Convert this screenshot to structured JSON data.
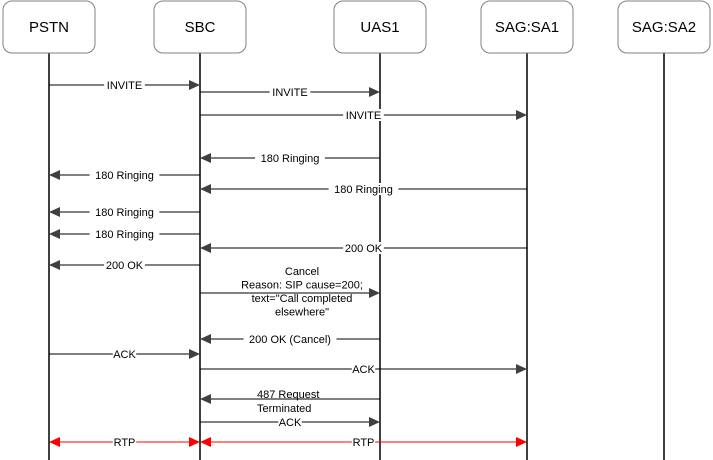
{
  "entities": [
    {
      "id": "pstn",
      "label": "PSTN"
    },
    {
      "id": "sbc",
      "label": "SBC"
    },
    {
      "id": "uas1",
      "label": "UAS1"
    },
    {
      "id": "sagsa1",
      "label": "SAG:SA1"
    },
    {
      "id": "sagsa2",
      "label": "SAG:SA2"
    }
  ],
  "messages": [
    {
      "from": "pstn",
      "to": "sbc",
      "lines": [
        "INVITE"
      ]
    },
    {
      "from": "sbc",
      "to": "uas1",
      "lines": [
        "INVITE"
      ]
    },
    {
      "from": "sbc",
      "to": "sagsa1",
      "lines": [
        "INVITE"
      ]
    },
    {
      "from": "uas1",
      "to": "sbc",
      "lines": [
        "180 Ringing"
      ]
    },
    {
      "from": "sbc",
      "to": "pstn",
      "lines": [
        "180 Ringing"
      ]
    },
    {
      "from": "sagsa1",
      "to": "sbc",
      "lines": [
        "180 Ringing"
      ]
    },
    {
      "from": "sbc",
      "to": "pstn",
      "lines": [
        "180 Ringing"
      ]
    },
    {
      "from": "sbc",
      "to": "pstn",
      "lines": [
        "180 Ringing"
      ]
    },
    {
      "from": "sagsa1",
      "to": "sbc",
      "lines": [
        "200 OK"
      ]
    },
    {
      "from": "sbc",
      "to": "pstn",
      "lines": [
        "200 OK"
      ]
    },
    {
      "from": "sbc",
      "to": "uas1",
      "lines": [
        "Cancel",
        "Reason: SIP cause=200;",
        "text=\"Call completed",
        "elsewhere\""
      ]
    },
    {
      "from": "uas1",
      "to": "sbc",
      "lines": [
        "200 OK (Cancel)"
      ]
    },
    {
      "from": "pstn",
      "to": "sbc",
      "lines": [
        "ACK"
      ]
    },
    {
      "from": "sbc",
      "to": "sagsa1",
      "lines": [
        "ACK"
      ]
    },
    {
      "from": "uas1",
      "to": "sbc",
      "lines": [
        "487 Request",
        "Terminated"
      ]
    },
    {
      "from": "sbc",
      "to": "uas1",
      "lines": [
        "ACK"
      ]
    },
    {
      "from": "pstn",
      "to": "sbc",
      "lines": [
        "RTP"
      ],
      "bidirectional": true
    },
    {
      "from": "sbc",
      "to": "sagsa1",
      "lines": [
        "RTP"
      ],
      "bidirectional": true
    }
  ],
  "colors": {
    "line": "#000000",
    "arrow": "#404040",
    "rtp": "#ff0000",
    "box_fill": "#ffffff",
    "box_stroke": "#808080"
  }
}
